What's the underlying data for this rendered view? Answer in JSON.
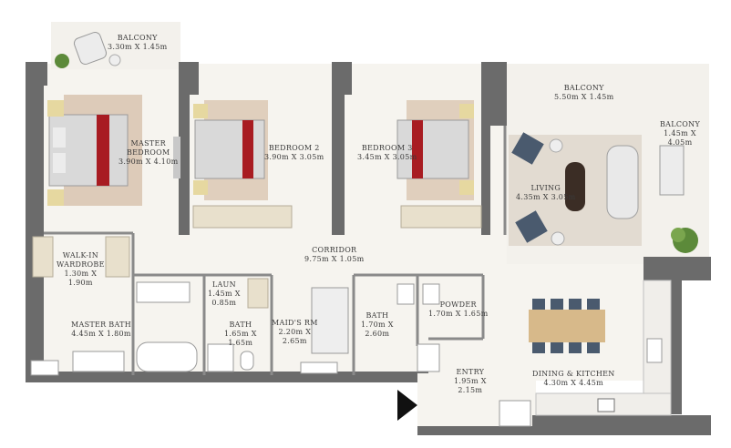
{
  "rooms": {
    "balcony_top": {
      "name": "BALCONY",
      "dims": "3.30m X 1.45m"
    },
    "master_bedroom": {
      "name_line1": "MASTER",
      "name_line2": "BEDROOM",
      "dims": "3.90m X 4.10m"
    },
    "bedroom2": {
      "name": "BEDROOM 2",
      "dims": "3.90m X 3.05m"
    },
    "bedroom3": {
      "name": "BEDROOM 3",
      "dims": "3.45m X 3.05m"
    },
    "balcony_right": {
      "name": "BALCONY",
      "dims": "5.50m X 1.45m"
    },
    "balcony_side": {
      "name": "BALCONY",
      "dims_line1": "1.45m X",
      "dims_line2": "4.05m"
    },
    "living": {
      "name": "LIVING",
      "dims": "4.35m X 3.05m"
    },
    "corridor": {
      "name": "CORRIDOR",
      "dims": "9.75m X 1.05m"
    },
    "walk_in_wardrobe": {
      "name_line1": "WALK-IN",
      "name_line2": "WARDROBE",
      "dims_line1": "1.30m X",
      "dims_line2": "1.90m"
    },
    "laundry": {
      "name": "LAUN",
      "dims_line1": "1.45m X",
      "dims_line2": "0.85m"
    },
    "master_bath": {
      "name": "MASTER BATH",
      "dims": "4.45m X 1.80m"
    },
    "bath_small": {
      "name": "BATH",
      "dims_line1": "1.65m X",
      "dims_line2": "1.65m"
    },
    "maids_room": {
      "name": "MAID'S RM",
      "dims_line1": "2.20m X",
      "dims_line2": "2.65m"
    },
    "bath": {
      "name": "BATH",
      "dims_line1": "1.70m X",
      "dims_line2": "2.60m"
    },
    "powder": {
      "name": "POWDER",
      "dims": "1.70m X 1.65m"
    },
    "dining_kitchen": {
      "name": "DINING & KITCHEN",
      "dims": "4.30m X 4.45m"
    },
    "entry": {
      "name": "ENTRY",
      "dims_line1": "1.95m X",
      "dims_line2": "2.15m"
    }
  },
  "colors": {
    "wall": "#6b6b6b",
    "floor": "#f6f4ef",
    "bed_throw": "#a81c22",
    "rug": "#c9a98c",
    "sofa": "#4a5a6e",
    "plant": "#5c8a3a",
    "table": "#d7b98a",
    "entry_arrow": "#111111"
  }
}
